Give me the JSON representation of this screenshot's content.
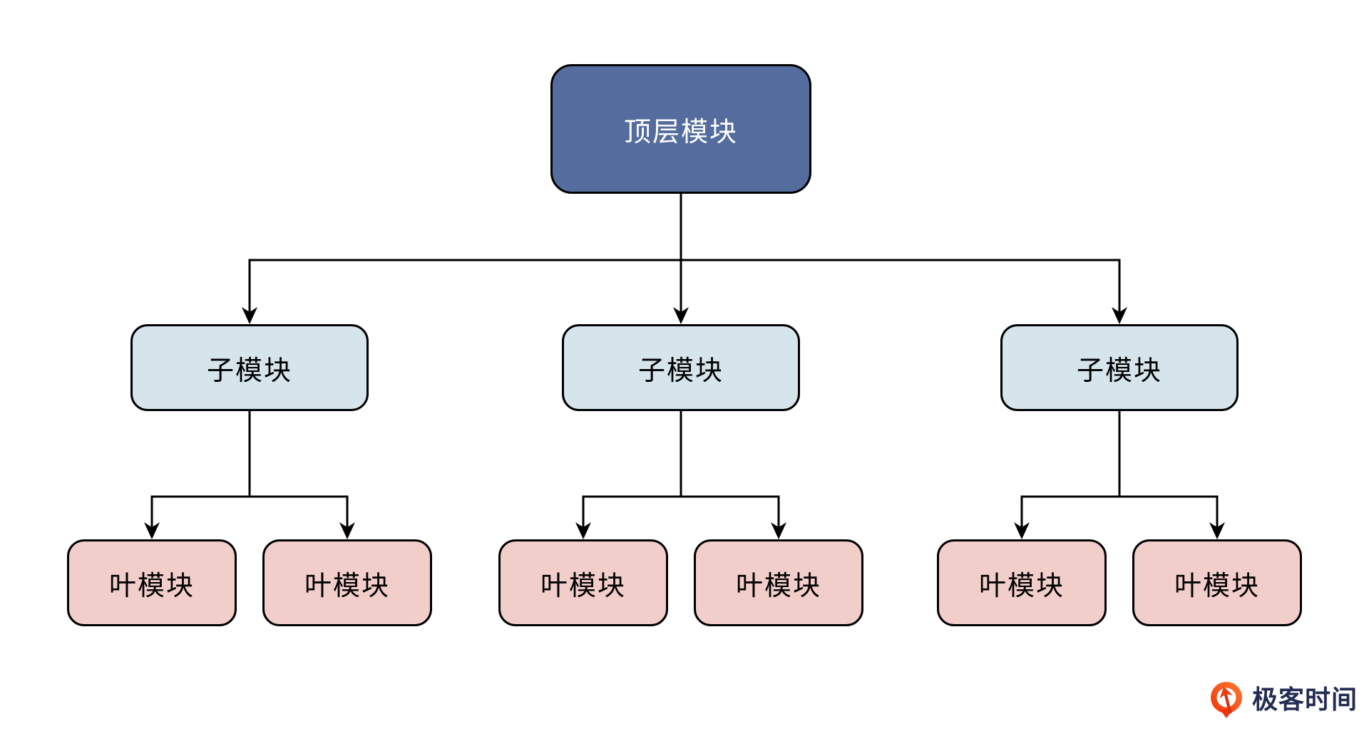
{
  "tree": {
    "root": {
      "label": "顶层模块"
    },
    "children": [
      {
        "label": "子模块",
        "children": [
          {
            "label": "叶模块"
          },
          {
            "label": "叶模块"
          }
        ]
      },
      {
        "label": "子模块",
        "children": [
          {
            "label": "叶模块"
          },
          {
            "label": "叶模块"
          }
        ]
      },
      {
        "label": "子模块",
        "children": [
          {
            "label": "叶模块"
          },
          {
            "label": "叶模块"
          }
        ]
      }
    ]
  },
  "branding": {
    "logo_text": "极客时间",
    "logo_icon": "geektime-pin-arrow-icon"
  },
  "colors": {
    "canvas_bg": "#FFFFFF",
    "top_fill": "#546D9E",
    "top_text": "#FFFFFF",
    "sub_fill": "#D6E5EC",
    "leaf_fill": "#F2CECB",
    "node_border": "#000000",
    "node_text": "#000000",
    "connector": "#000000",
    "brand_text": "#232C52",
    "brand_orange": "#F4330E",
    "brand_orange_light": "#FC7B2D"
  }
}
